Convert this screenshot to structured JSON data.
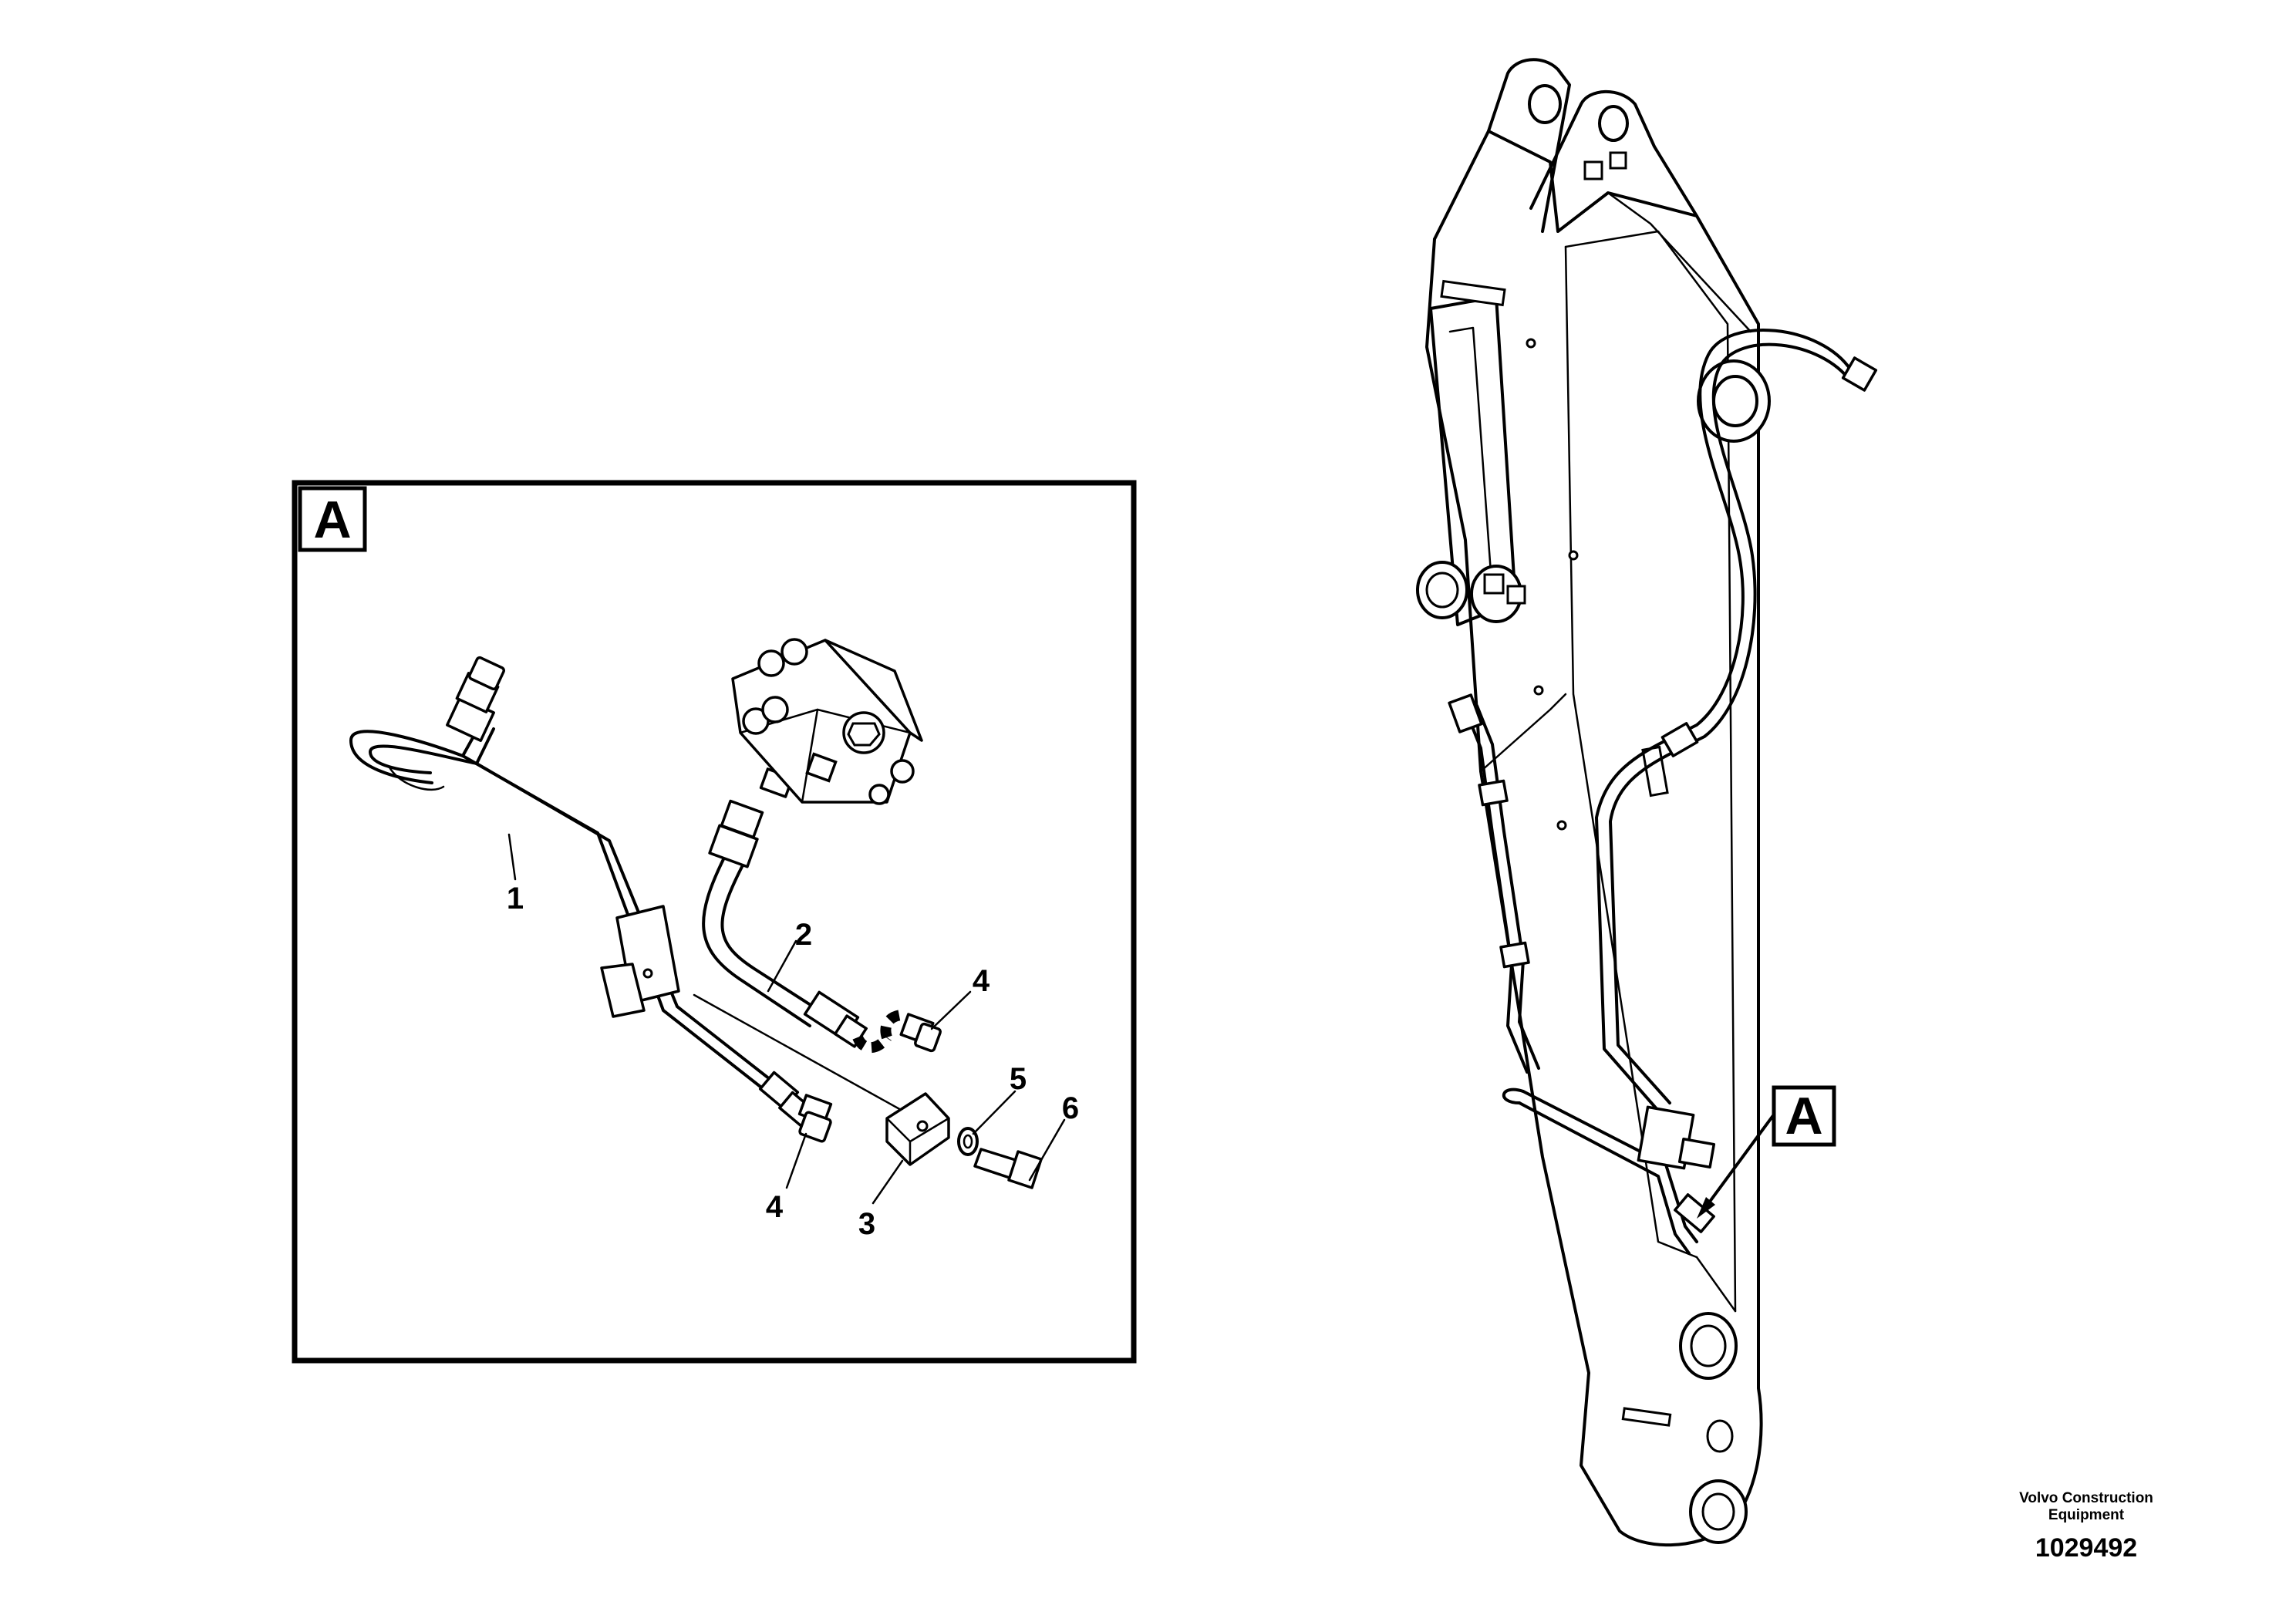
{
  "detail_view": {
    "tag": "A"
  },
  "callout_tag": "A",
  "parts": [
    {
      "num": "1"
    },
    {
      "num": "2"
    },
    {
      "num": "3"
    },
    {
      "num": "4"
    },
    {
      "num": "4"
    },
    {
      "num": "5"
    },
    {
      "num": "6"
    }
  ],
  "footer": {
    "company_line1": "Volvo Construction",
    "company_line2": "Equipment",
    "drawing_number": "1029492"
  }
}
